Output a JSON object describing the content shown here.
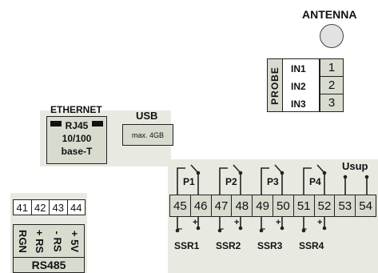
{
  "antenna": {
    "label": "ANTENNA"
  },
  "probe": {
    "side_label": "PROBE",
    "rows": [
      {
        "input": "IN1",
        "number": "1"
      },
      {
        "input": "IN2",
        "number": "2"
      },
      {
        "input": "IN3",
        "number": "3"
      }
    ]
  },
  "ethernet": {
    "title": "ETHERNET",
    "port_lines": [
      "RJ45",
      "10/100",
      "base-T"
    ]
  },
  "usb": {
    "title": "USB",
    "capacity": "max. 4GB"
  },
  "terminals": {
    "numbers": [
      "45",
      "46",
      "47",
      "48",
      "49",
      "50",
      "51",
      "52",
      "53",
      "54"
    ],
    "relays": [
      "P1",
      "P2",
      "P3",
      "P4"
    ],
    "supply_label": "Usup",
    "ssr_labels": [
      "SSR1",
      "SSR2",
      "SSR3",
      "SSR4"
    ],
    "ssr_polarity": {
      "minus": "–",
      "plus": "+"
    }
  },
  "rs485": {
    "numbers": [
      "41",
      "42",
      "43",
      "44"
    ],
    "pins": [
      "RGN",
      "+ RS",
      "- RS",
      "+ 5V"
    ],
    "title": "RS485"
  },
  "colors": {
    "panel": "#e8eae2",
    "cell": "#d8dccf",
    "line": "#222222"
  }
}
